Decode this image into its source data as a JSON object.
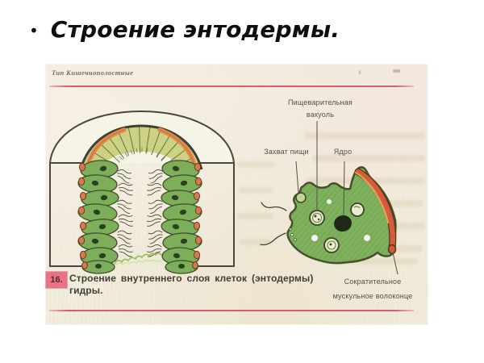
{
  "slide": {
    "bullet_glyph": "•",
    "title": "Строение энтодермы."
  },
  "scan": {
    "page_header": "Тип Кишечнополостные",
    "caption": {
      "number": "16.",
      "line1": "Строение внутреннего слоя клеток (энтодермы)",
      "line2": "гидры."
    },
    "labels": {
      "digestive_vacuole_line1": "Пищеварительная",
      "digestive_vacuole_line2": "вакуоль",
      "food_capture": "Захват пищи",
      "nucleus": "Ядро",
      "contractile_line1": "Сократительное",
      "contractile_line2": "мускульное волоконце"
    },
    "colors": {
      "paper": "#f1ecdd",
      "rule_red": "#d95b6c",
      "caption_box_pink": "#ec7186",
      "cell_green": "#7dae5a",
      "fan_light_green": "#ccd184",
      "crescent_orange": "#e08a4c",
      "fiber_red": "#d85a3c",
      "nucleus_dark": "#1f2717",
      "outline_olive": "#42502a"
    }
  }
}
